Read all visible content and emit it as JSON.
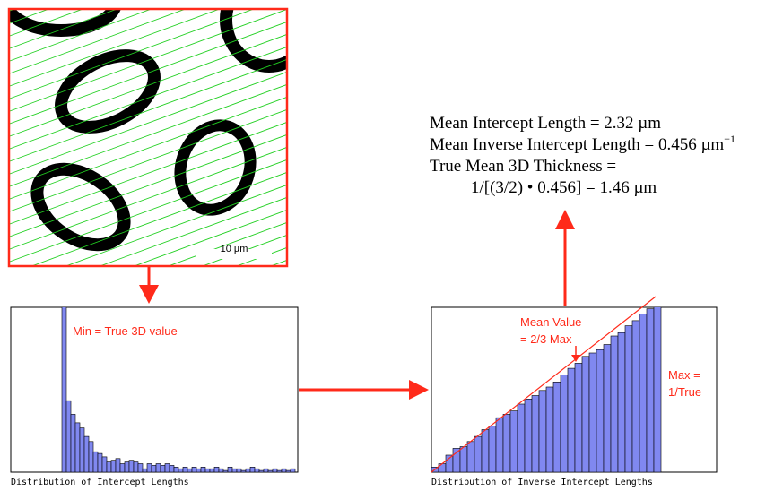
{
  "micrograph": {
    "scale_bar_label": "10 µm"
  },
  "results": {
    "line1": "Mean Intercept Length = 2.32 µm",
    "line2": "Mean Inverse Intercept Length = 0.456 µm",
    "line2_superscript": "−1",
    "line3": "True Mean 3D Thickness =",
    "line4": "1/[(3/2) • 0.456] = 1.46 µm"
  },
  "chart_data": [
    {
      "type": "bar",
      "xlabel": "Distribution of Intercept Lengths",
      "annotation": "Min = True 3D value",
      "values": [
        100,
        42,
        34,
        29,
        26,
        21,
        18,
        12,
        11,
        9,
        6,
        7,
        8,
        5,
        6,
        7,
        6,
        5,
        2,
        5,
        4,
        5,
        4,
        5,
        4,
        3,
        2,
        3,
        2,
        3,
        2,
        3,
        2,
        2,
        3,
        2,
        1,
        3,
        2,
        2,
        1,
        2,
        3,
        2,
        1,
        2,
        1,
        2,
        1,
        2,
        1,
        2
      ]
    },
    {
      "type": "bar",
      "xlabel": "Distribution of Inverse Intercept Lengths",
      "annotation_mean": "Mean Value",
      "annotation_mean_2": "= 2/3 Max",
      "annotation_max": "Max =",
      "annotation_max_2": "1/True",
      "values": [
        3,
        5,
        10,
        14,
        15,
        18,
        21,
        25,
        27,
        32,
        34,
        36,
        40,
        43,
        45,
        48,
        50,
        53,
        57,
        61,
        64,
        68,
        70,
        72,
        75,
        80,
        82,
        86,
        89,
        93,
        96,
        100
      ]
    }
  ],
  "colors": {
    "accent": "#ff2a1a",
    "bar_fill": "#8088f0",
    "hatch": "#22d022"
  }
}
